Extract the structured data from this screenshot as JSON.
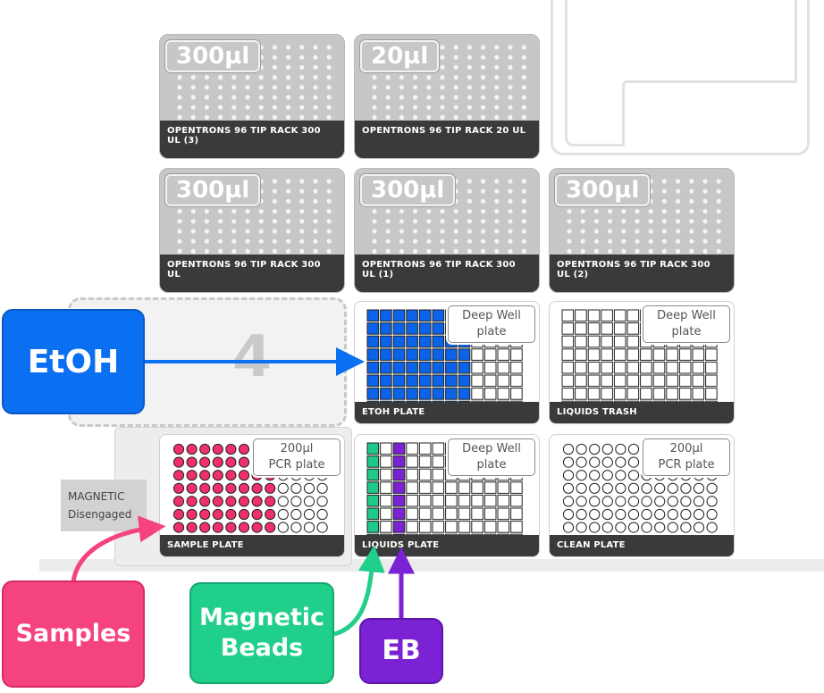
{
  "deck": {
    "empty_slot_number": "4",
    "module_status": [
      "MAGNETIC",
      "Disengaged"
    ]
  },
  "tipracks": [
    {
      "tip_label": "300µl",
      "name": "OPENTRONS 96 TIP RACK 300 UL (3)"
    },
    {
      "tip_label": "20µl",
      "name": "OPENTRONS 96 TIP RACK 20 UL"
    },
    {
      "tip_label": "300µl",
      "name": "OPENTRONS 96 TIP RACK 300 UL"
    },
    {
      "tip_label": "300µl",
      "name": "OPENTRONS 96 TIP RACK 300 UL (1)"
    },
    {
      "tip_label": "300µl",
      "name": "OPENTRONS 96 TIP RACK 300 UL (2)"
    }
  ],
  "plates": {
    "etoh": {
      "badge": [
        "Deep Well",
        "plate"
      ],
      "name": "ETOH PLATE",
      "fill_color": "#0a63e8",
      "filled_columns": 8,
      "filled_rows": 8
    },
    "liquids_trash": {
      "badge": [
        "Deep Well",
        "plate"
      ],
      "name": "LIQUIDS TRASH"
    },
    "sample": {
      "badge": [
        "200µl",
        "PCR plate"
      ],
      "name": "SAMPLE PLATE",
      "fill_color": "#f0306b",
      "filled_columns": 8
    },
    "liquids": {
      "badge": [
        "Deep Well",
        "plate"
      ],
      "name": "LIQUIDS PLATE",
      "beads_color": "#1fc98a",
      "eb_color": "#7a22d4"
    },
    "clean": {
      "badge": [
        "200µl",
        "PCR plate"
      ],
      "name": "CLEAN PLATE"
    }
  },
  "callouts": {
    "etoh": {
      "label": "EtOH",
      "color": "#0a6ff0"
    },
    "samples": {
      "label": "Samples",
      "color": "#f5437e"
    },
    "beads": {
      "label_line1": "Magnetic",
      "label_line2": "Beads",
      "color": "#1fcf8a"
    },
    "eb": {
      "label": "EB",
      "color": "#7a22d4"
    }
  }
}
